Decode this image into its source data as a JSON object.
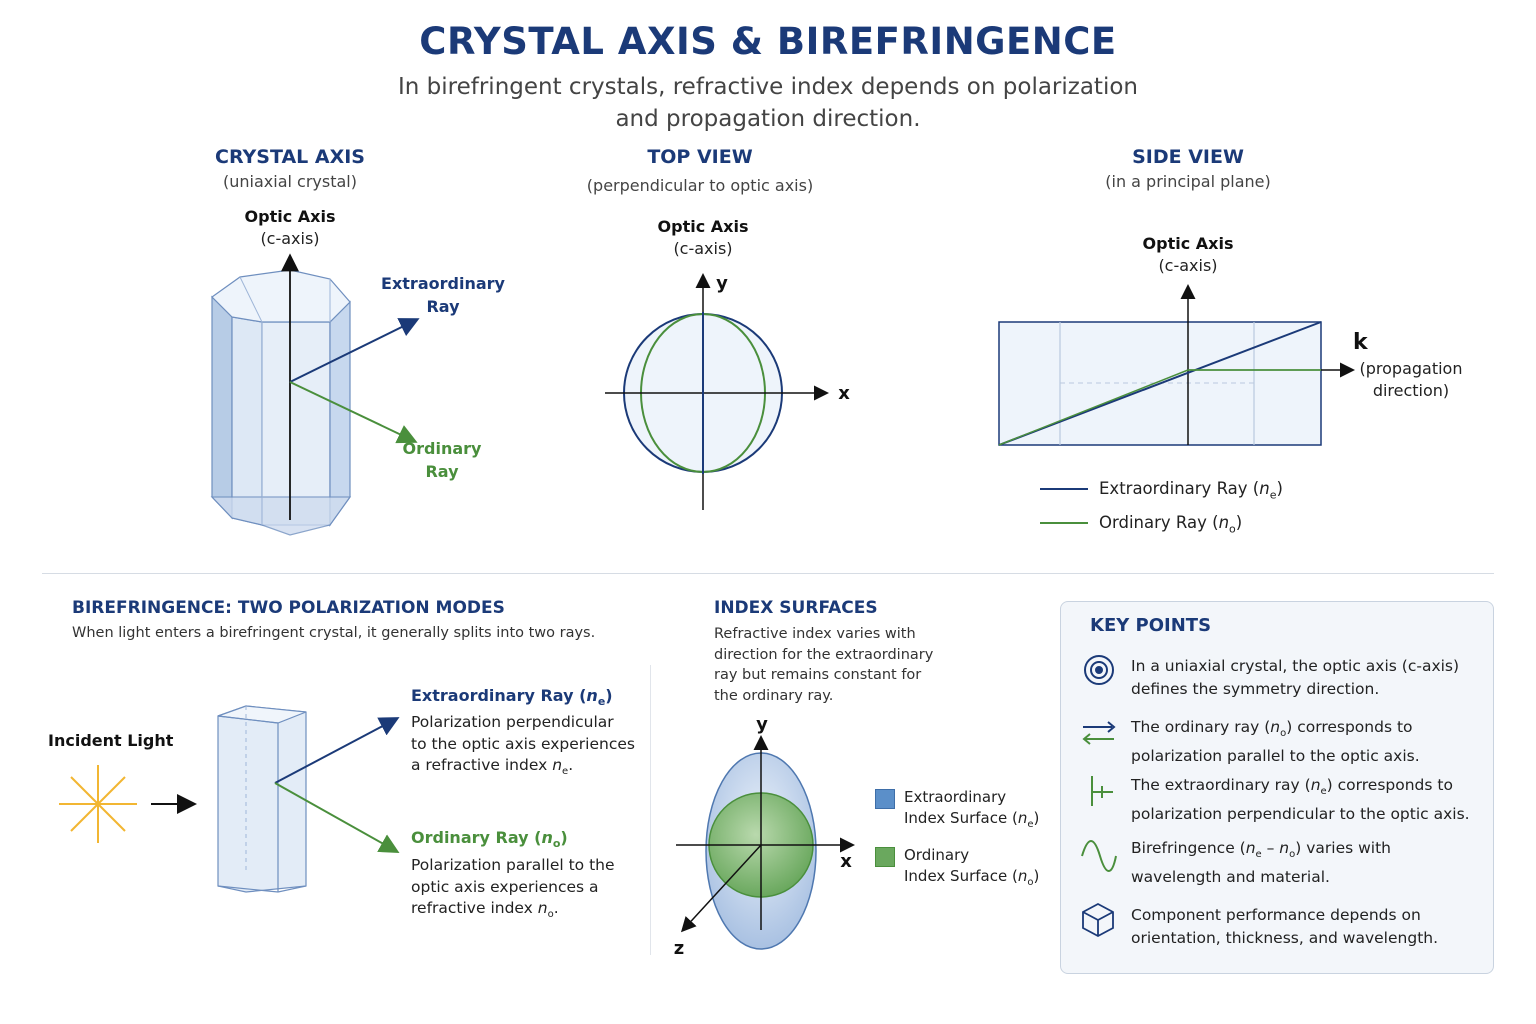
{
  "header": {
    "title": "CRYSTAL AXIS & BIREFRINGENCE",
    "subtitle_line1": "In birefringent crystals, refractive index depends on polarization",
    "subtitle_line2": "and propagation direction."
  },
  "crystal_axis": {
    "heading": "CRYSTAL AXIS",
    "subheading": "(uniaxial crystal)",
    "optic_axis_label": "Optic Axis",
    "optic_axis_sub": "(c-axis)",
    "extraordinary_line1": "Extraordinary",
    "extraordinary_line2": "Ray",
    "ordinary_line1": "Ordinary",
    "ordinary_line2": "Ray"
  },
  "top_view": {
    "heading": "TOP VIEW",
    "subheading": "(perpendicular to optic axis)",
    "optic_axis_label": "Optic Axis",
    "optic_axis_sub": "(c-axis)",
    "y_label": "y",
    "x_label": "x"
  },
  "side_view": {
    "heading": "SIDE VIEW",
    "subheading": "(in a principal plane)",
    "optic_axis_label": "Optic Axis",
    "optic_axis_sub": "(c-axis)",
    "k_label": "k",
    "k_sub1": "(propagation",
    "k_sub2": "direction)",
    "legend": [
      {
        "text": "Extraordinary Ray (",
        "sym": "n",
        "sub": "e",
        "close": ")",
        "color": "#1b3a78"
      },
      {
        "text": "Ordinary Ray (",
        "sym": "n",
        "sub": "o",
        "close": ")",
        "color": "#4a8f3c"
      }
    ]
  },
  "birefringence": {
    "heading": "BIREFRINGENCE: TWO POLARIZATION MODES",
    "description": "When light enters a birefringent crystal, it generally splits into two rays.",
    "incident_label": "Incident Light",
    "extra_title": "Extraordinary Ray (",
    "extra_title_sym": "n",
    "extra_title_sub": "e",
    "extra_title_close": ")",
    "extra_line1": "Polarization perpendicular",
    "extra_line2": "to the optic axis experiences",
    "extra_line3": "a refractive index ",
    "extra_line3_sym": "n",
    "extra_line3_sub": "e",
    "extra_line3_end": ".",
    "ord_title": "Ordinary Ray (",
    "ord_title_sym": "n",
    "ord_title_sub": "o",
    "ord_title_close": ")",
    "ord_line1": "Polarization parallel to the",
    "ord_line2": "optic axis experiences a",
    "ord_line3": "refractive index ",
    "ord_line3_sym": "n",
    "ord_line3_sub": "o",
    "ord_line3_end": "."
  },
  "index_surfaces": {
    "heading": "INDEX SURFACES",
    "desc_line1": "Refractive index varies with",
    "desc_line2": "direction for the extraordinary",
    "desc_line3": "ray but remains constant for",
    "desc_line4": "the ordinary ray.",
    "y_label": "y",
    "x_label": "x",
    "z_label": "z",
    "legend": [
      {
        "line1": "Extraordinary",
        "line2": "Index Surface (",
        "sym": "n",
        "sub": "e",
        "close": ")",
        "color": "#5b8fc9"
      },
      {
        "line1": "Ordinary",
        "line2": "Index Surface (",
        "sym": "n",
        "sub": "o",
        "close": ")",
        "color": "#6aa85e"
      }
    ]
  },
  "key_points": {
    "heading": "KEY POINTS",
    "items": [
      {
        "icon": "target-icon",
        "l1a": "In a uniaxial crystal, the optic axis (c-axis)",
        "l2a": "defines the symmetry direction."
      },
      {
        "icon": "opposite-arrows-icon",
        "l1a": "The ordinary ray (",
        "l1sym": "n",
        "l1sub": "o",
        "l1b": ") corresponds to",
        "l2a": "polarization parallel to the optic axis."
      },
      {
        "icon": "perpendicular-icon",
        "l1a": "The extraordinary ray (",
        "l1sym": "n",
        "l1sub": "e",
        "l1b": ") corresponds to",
        "l2a": "polarization perpendicular to the optic axis."
      },
      {
        "icon": "sine-wave-icon",
        "l1a": "Birefringence (",
        "l1sym": "n",
        "l1sub": "e",
        "l1mid": " – ",
        "l1sym2": "n",
        "l1sub2": "o",
        "l1b": ") varies with",
        "l2a": "wavelength and material."
      },
      {
        "icon": "cube-icon",
        "l1a": "Component performance depends on",
        "l2a": "orientation, thickness, and wavelength."
      }
    ]
  },
  "colors": {
    "navy": "#1b3a78",
    "green": "#4a8f3c",
    "crystal_fill": "#dde8f5",
    "accent_orange": "#f2b632"
  }
}
